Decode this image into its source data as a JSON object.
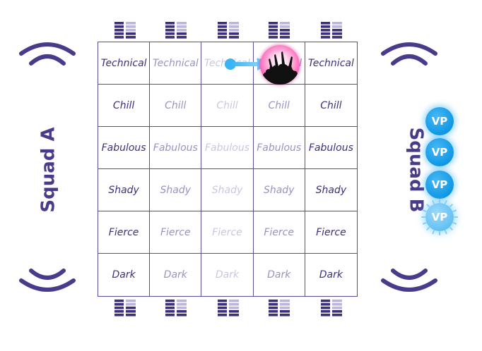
{
  "board": {
    "columns": 5,
    "rows": [
      [
        "Technical",
        "Technical",
        "Technical",
        "Technical",
        "Technical"
      ],
      [
        "Chill",
        "Chill",
        "Chill",
        "Chill",
        "Chill"
      ],
      [
        "Fabulous",
        "Fabulous",
        "Fabulous",
        "Fabulous",
        "Fabulous"
      ],
      [
        "Shady",
        "Shady",
        "Shady",
        "Shady",
        "Shady"
      ],
      [
        "Fierce",
        "Fierce",
        "Fierce",
        "Fierce",
        "Fierce"
      ],
      [
        "Dark",
        "Dark",
        "Dark",
        "Dark",
        "Dark"
      ]
    ]
  },
  "squads": {
    "a": {
      "label": "Squad A"
    },
    "b": {
      "label": "Squad B"
    }
  },
  "vp_tokens": [
    {
      "label": "VP",
      "state": "normal"
    },
    {
      "label": "VP",
      "state": "normal"
    },
    {
      "label": "VP",
      "state": "normal"
    },
    {
      "label": "VP",
      "state": "sparkle"
    }
  ],
  "crowd_token": {
    "icon": "crowd-cheering-icon",
    "row": 0,
    "column": 3
  },
  "move_arrow": {
    "icon": "arrow-icon",
    "from_column": 2,
    "to_column": 3,
    "row": 0
  },
  "top_markers": [
    {
      "icon": "bar-marker-icon",
      "filled": 2
    },
    {
      "icon": "bar-marker-icon",
      "filled": 2
    },
    {
      "icon": "bar-marker-icon",
      "filled": 2
    },
    {
      "icon": "bar-marker-icon",
      "filled": 1
    },
    {
      "icon": "bar-marker-icon",
      "filled": 1
    }
  ],
  "bottom_markers": [
    {
      "icon": "bar-marker-icon",
      "filled": 1
    },
    {
      "icon": "bar-marker-icon",
      "filled": 2
    },
    {
      "icon": "bar-marker-icon",
      "filled": 2
    },
    {
      "icon": "bar-marker-icon",
      "filled": 2
    },
    {
      "icon": "bar-marker-icon",
      "filled": 2
    }
  ],
  "colors": {
    "grid": "#5b4d96",
    "squad_label": "#4a3a8c",
    "signal": "#4a3a8c",
    "vp": "#139ae6",
    "crowd_glow": "#ff5fb7",
    "arrow": "#3ab4f2"
  }
}
